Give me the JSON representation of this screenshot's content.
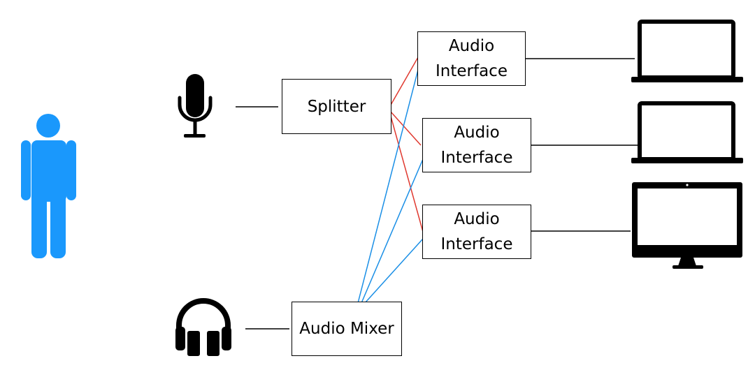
{
  "nodes": {
    "splitter": {
      "label": "Splitter"
    },
    "interface_1": {
      "line1": "Audio",
      "line2": "Interface"
    },
    "interface_2": {
      "line1": "Audio",
      "line2": "Interface"
    },
    "interface_3": {
      "line1": "Audio",
      "line2": "Interface"
    },
    "mixer": {
      "label": "Audio Mixer"
    }
  },
  "colors": {
    "person": "#1a98fc",
    "splitter_links": "#e0392f",
    "mixer_links": "#1a8fe6",
    "lines": "#000000"
  },
  "icons": [
    "person-icon",
    "microphone-icon",
    "headphones-icon",
    "laptop-icon",
    "laptop-icon",
    "monitor-icon"
  ]
}
